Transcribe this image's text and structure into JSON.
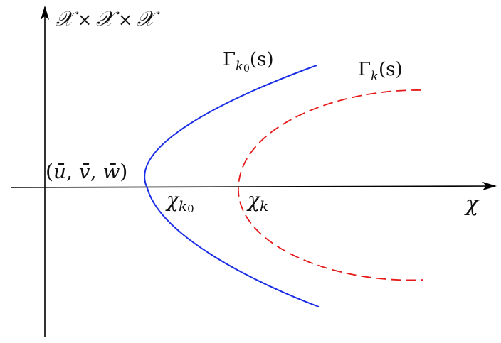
{
  "labels": {
    "y_axis_product": {
      "a": "𝒳",
      "times1": "×",
      "b": "𝒳",
      "times2": "×",
      "c": "𝒳"
    },
    "x_axis": "χ",
    "origin_point": {
      "open": "(",
      "u": "ū",
      "c1": ", ",
      "v": "v̄",
      "c2": ", ",
      "w": "w̄",
      "close": ")"
    },
    "chi_k0": {
      "base": "χ",
      "sub": "k",
      "subsub": "0"
    },
    "chi_k": {
      "base": "χ",
      "sub": "k"
    },
    "gamma_k0": {
      "base": "Γ",
      "sub": "k",
      "subsub": "0",
      "arg": "(s)"
    },
    "gamma_k": {
      "base": "Γ",
      "sub": "k",
      "arg": "(s)"
    }
  },
  "colors": {
    "axis": "#000000",
    "gamma_k0_curve": "#1a2ee6",
    "gamma_k_curve": "#e61a1a"
  }
}
